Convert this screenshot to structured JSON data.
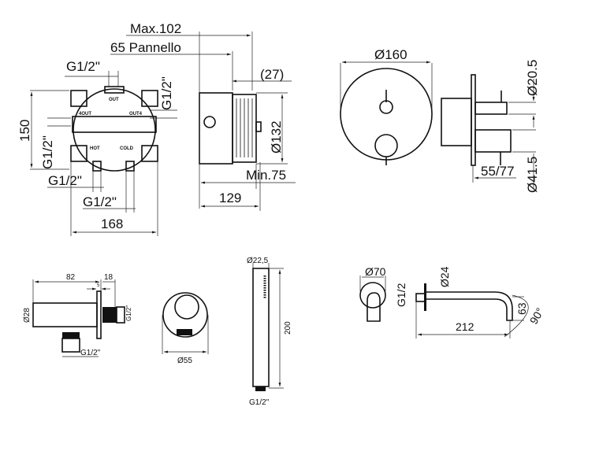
{
  "mixing_box": {
    "max_depth": "Max.102",
    "panel_depth": "65 Pannello",
    "offset": "(27)",
    "inlet_top": "G1/2\"",
    "inlet_top_right": "G1/2\"",
    "height": "150",
    "inlet_left": "G1/2\"",
    "diameter": "Ø132",
    "inlet_bottom_left": "G1/2\"",
    "min_depth": "Min.75",
    "depth": "129",
    "inlet_bottom_right": "G1/2\"",
    "width": "168",
    "port_labels": [
      "OUT",
      "4OUT",
      "OUT4",
      "HOT",
      "COLD"
    ]
  },
  "trim_plate": {
    "diameter": "Ø160",
    "handle_top_diameter": "Ø20.5",
    "handle_bottom_diameter": "Ø41.5",
    "projection": "55/77"
  },
  "wall_outlet": {
    "length": "82",
    "flange": "18",
    "flange_thickness": "5",
    "diameter": "Ø28",
    "thread_side": "G1/2\"",
    "thread_bottom": "G1/2\"",
    "rosette_diameter": "Ø55"
  },
  "hand_shower": {
    "diameter": "Ø22,5",
    "length": "200",
    "thread": "G1/2\""
  },
  "spout": {
    "rosette_diameter": "Ø70",
    "pipe_diameter": "Ø24",
    "thread": "G1/2",
    "drop": "63",
    "angle": "90°",
    "length": "212"
  }
}
